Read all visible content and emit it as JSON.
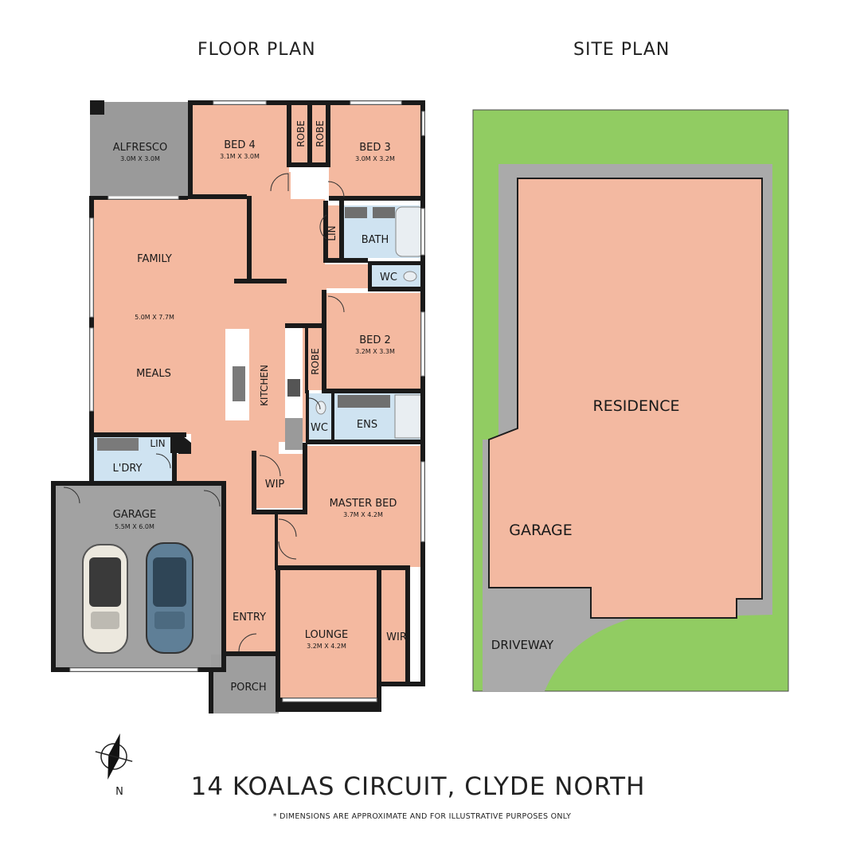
{
  "headings": {
    "floor_plan": "FLOOR PLAN",
    "site_plan": "SITE PLAN"
  },
  "address": "14 KOALAS CIRCUIT, CLYDE NORTH",
  "disclaimer": "* DIMENSIONS ARE APPROXIMATE AND FOR ILLUSTRATIVE PURPOSES ONLY",
  "compass_label": "N",
  "rooms": {
    "alfresco": {
      "name": "ALFRESCO",
      "dims": "3.0M X 3.0M"
    },
    "bed4": {
      "name": "BED 4",
      "dims": "3.1M X 3.0M"
    },
    "robe_a": {
      "name": "ROBE"
    },
    "robe_b": {
      "name": "ROBE"
    },
    "bed3": {
      "name": "BED 3",
      "dims": "3.0M X 3.2M"
    },
    "lin_hall": {
      "name": "LIN"
    },
    "bath": {
      "name": "BATH"
    },
    "wc_main": {
      "name": "WC"
    },
    "family": {
      "name": "FAMILY",
      "dims": "5.0M X 7.7M"
    },
    "meals": {
      "name": "MEALS"
    },
    "kitchen": {
      "name": "KITCHEN"
    },
    "robe_bed2": {
      "name": "ROBE"
    },
    "bed2": {
      "name": "BED 2",
      "dims": "3.2M X 3.3M"
    },
    "wc_ens": {
      "name": "WC"
    },
    "ens": {
      "name": "ENS"
    },
    "lin_laundry": {
      "name": "LIN"
    },
    "laundry": {
      "name": "L'DRY"
    },
    "wip": {
      "name": "WIP"
    },
    "master": {
      "name": "MASTER BED",
      "dims": "3.7M X 4.2M"
    },
    "garage": {
      "name": "GARAGE",
      "dims": "5.5M X 6.0M"
    },
    "entry": {
      "name": "ENTRY"
    },
    "lounge": {
      "name": "LOUNGE",
      "dims": "3.2M X 4.2M"
    },
    "wir": {
      "name": "WIR"
    },
    "porch": {
      "name": "PORCH"
    }
  },
  "site": {
    "residence": "RESIDENCE",
    "garage": "GARAGE",
    "driveway": "DRIVEWAY"
  },
  "colors": {
    "room": "#f4b9a0",
    "wet": "#cfe3f1",
    "outdoor": "#9a9a9a",
    "garage_floor": "#a2a2a2",
    "wall": "#1a1a1a",
    "lawn": "#91cc62",
    "site_path": "#aaaaaa",
    "residence": "#f3b9a1"
  }
}
